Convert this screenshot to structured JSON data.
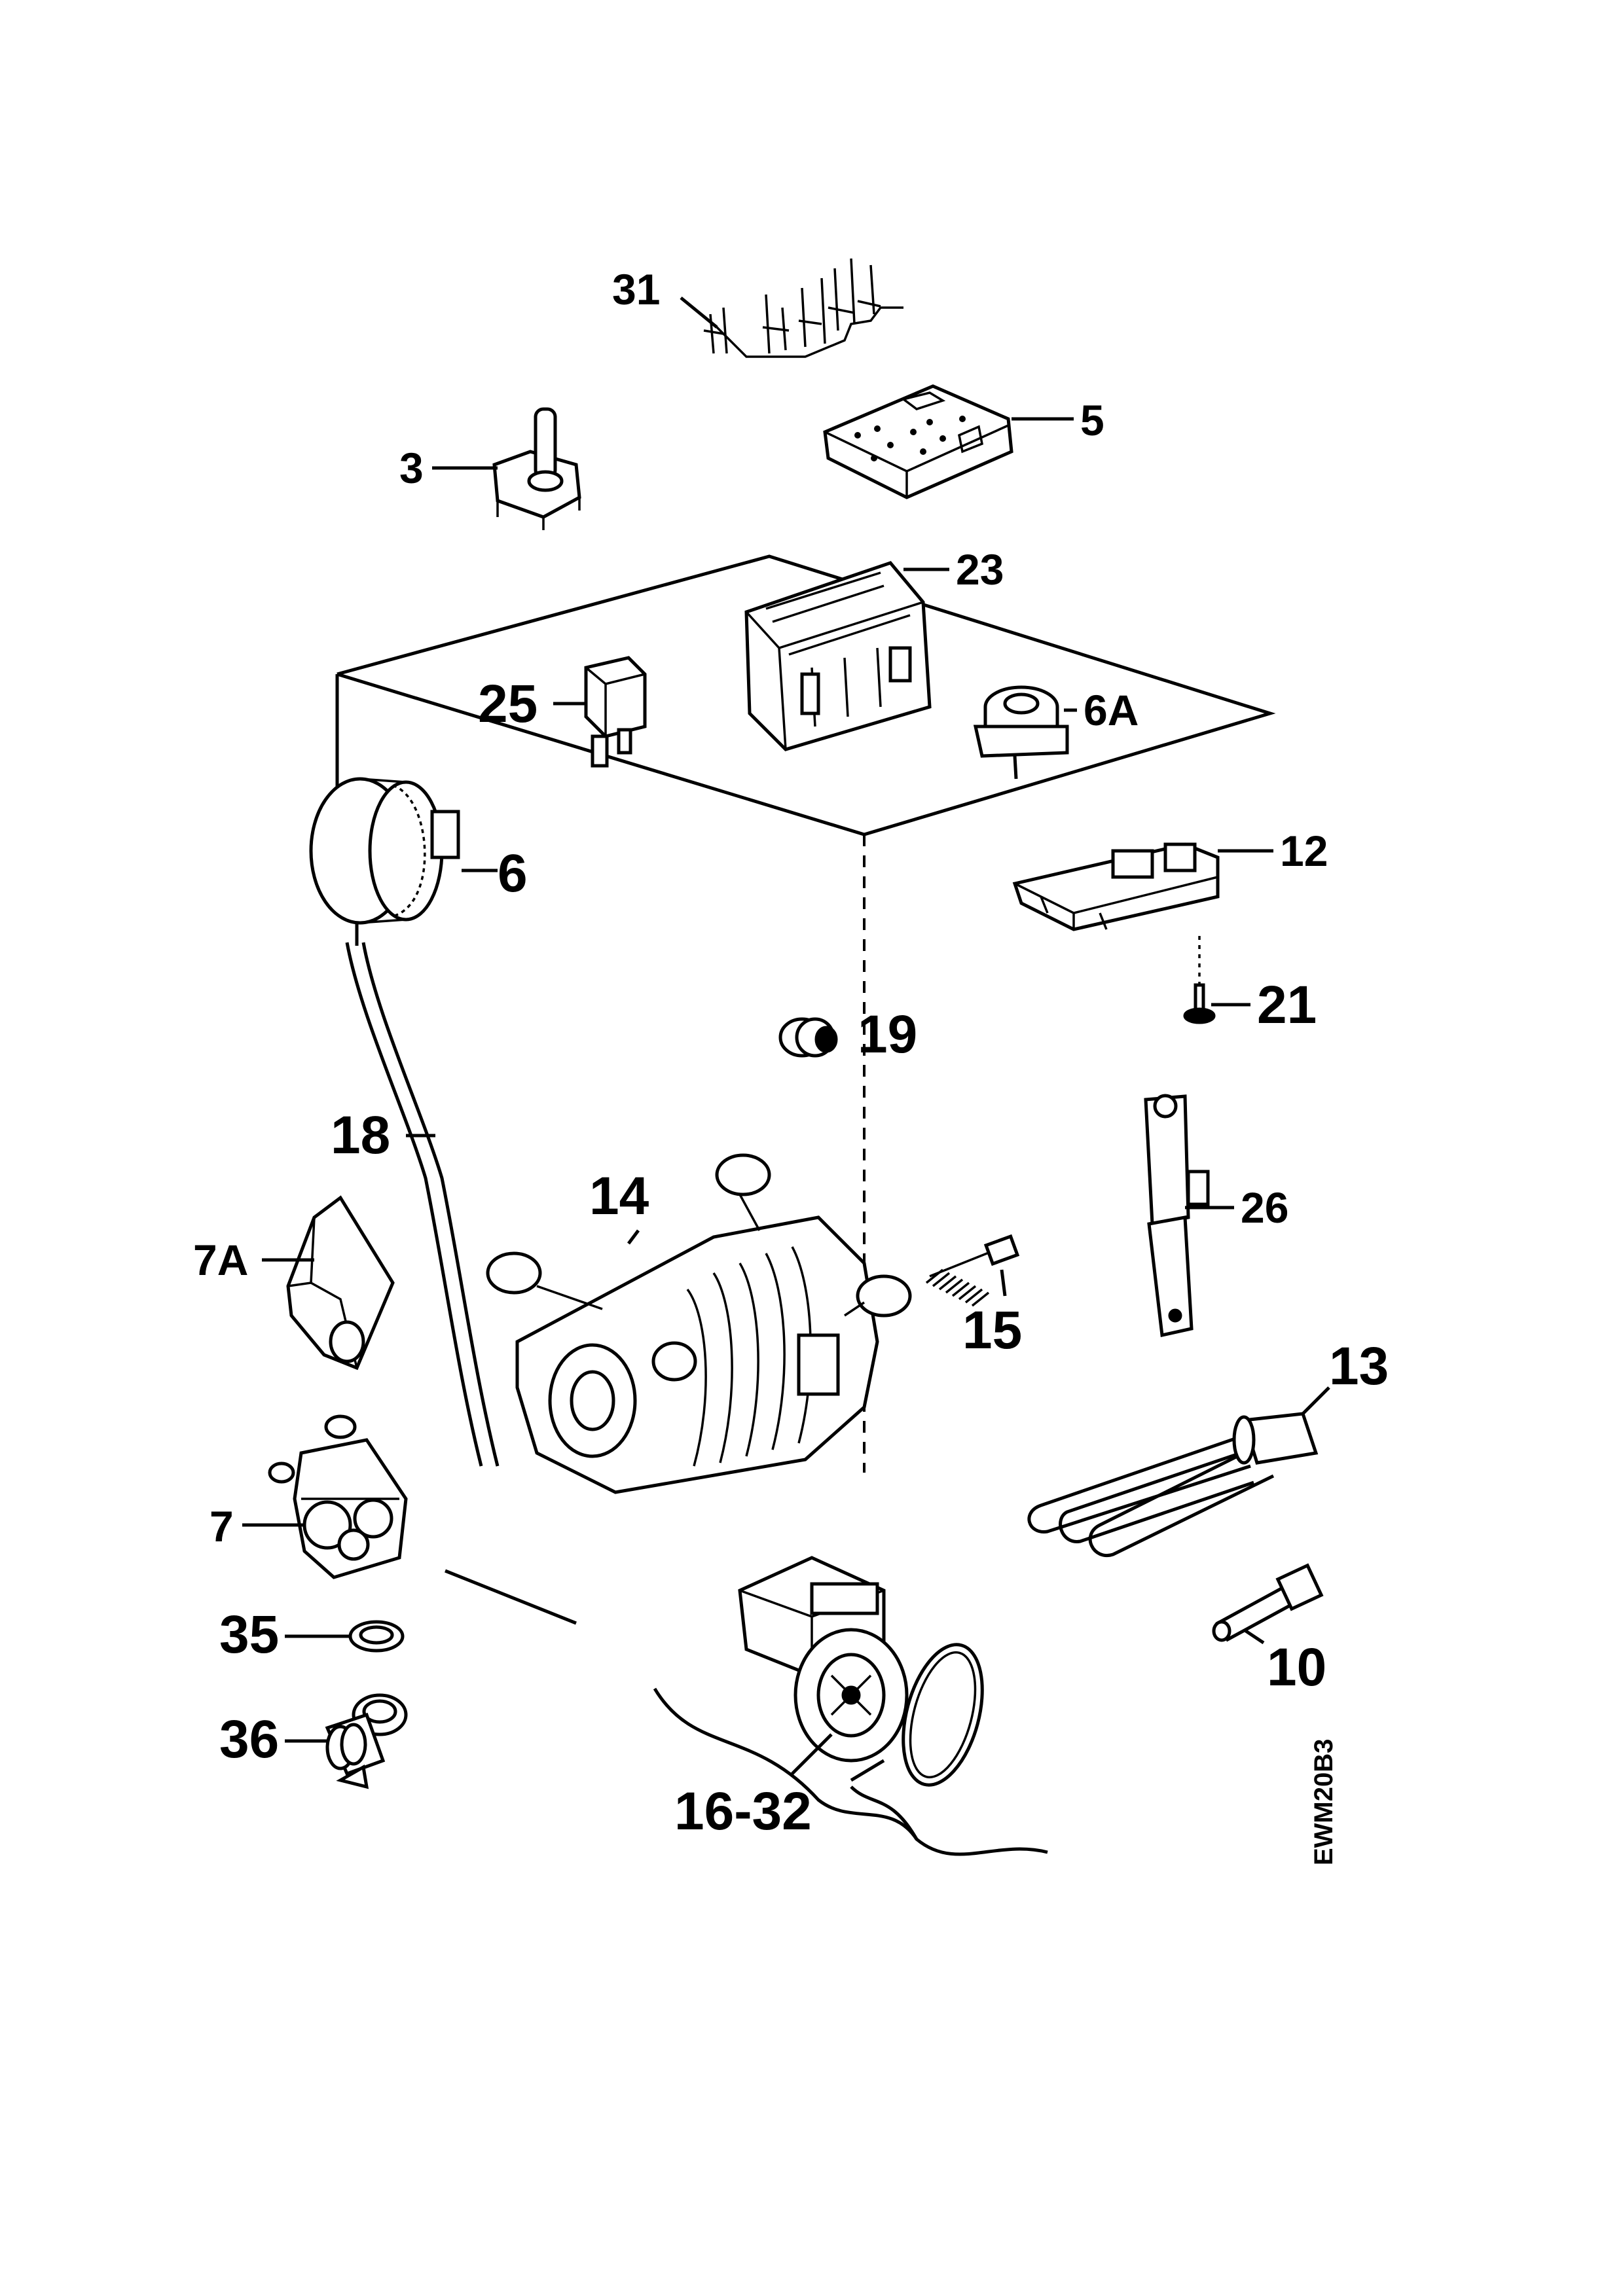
{
  "diagram": {
    "drawing_code": "EWM20B3",
    "callouts": {
      "p31": "31",
      "p5": "5",
      "p3": "3",
      "p23": "23",
      "p25": "25",
      "p6a": "6A",
      "p6": "6",
      "p12": "12",
      "p21": "21",
      "p19": "19",
      "p18": "18",
      "p14": "14",
      "p26": "26",
      "p7a": "7A",
      "p15": "15",
      "p13": "13",
      "p7": "7",
      "p10": "10",
      "p35": "35",
      "p36": "36",
      "p16_32": "16-32"
    }
  }
}
